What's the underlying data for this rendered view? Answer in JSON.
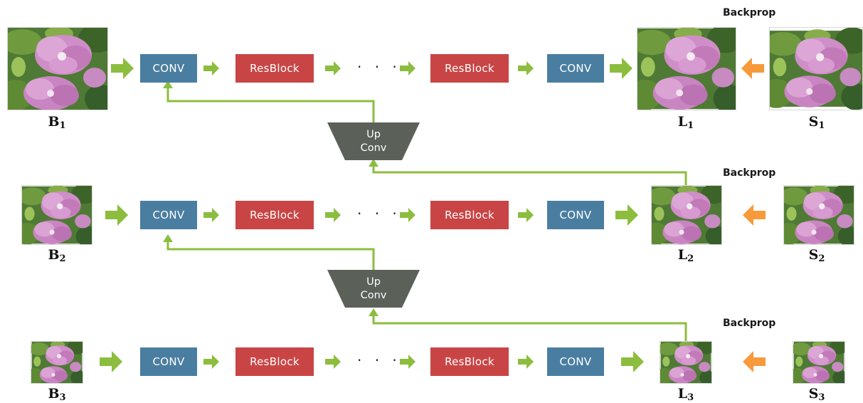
{
  "labels": {
    "conv": "CONV",
    "resblock": "ResBlock",
    "dots": "· · ·",
    "backprop": "Backprop",
    "upconv_line1": "Up",
    "upconv_line2": "Conv"
  },
  "scales": [
    {
      "blurred": "B",
      "latent": "L",
      "sharp": "S",
      "index": "1"
    },
    {
      "blurred": "B",
      "latent": "L",
      "sharp": "S",
      "index": "2"
    },
    {
      "blurred": "B",
      "latent": "L",
      "sharp": "S",
      "index": "3"
    }
  ],
  "colors": {
    "conv": "#4a7ea0",
    "resblock": "#c94545",
    "forward_arrow": "#8cbd3f",
    "backprop_arrow": "#f79a3b",
    "upconv": "#5b6059",
    "skip_line": "#8cbd3f"
  }
}
